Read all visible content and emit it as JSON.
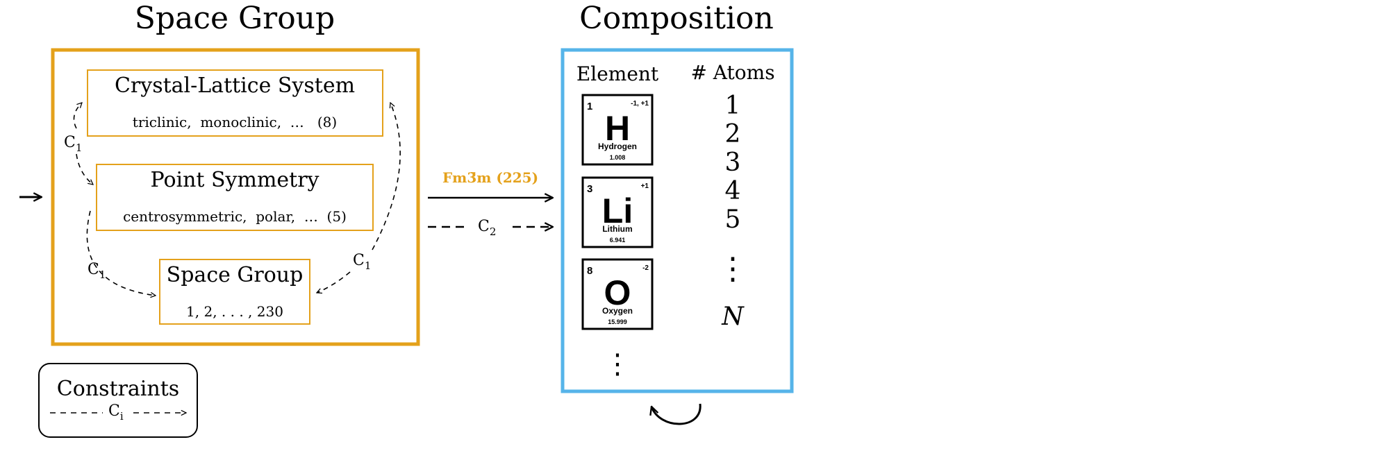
{
  "space_group": {
    "title": "Space Group",
    "crystal_lattice": {
      "title": "Crystal-Lattice System",
      "subtitle": "triclinic,  monoclinic,  …   (8)"
    },
    "point_symmetry": {
      "title": "Point Symmetry",
      "subtitle": "centrosymmetric,  polar,  …  (5)"
    },
    "space_group_box": {
      "title": "Space Group",
      "subtitle": "1, 2, . . . , 230"
    },
    "constraint_labels": [
      "C",
      "C",
      "C"
    ],
    "constraint_subscript": "1"
  },
  "transition": {
    "label": "Fm3̄m (225)",
    "dashed_label": "C",
    "dashed_subscript": "2"
  },
  "composition": {
    "title": "Composition",
    "element_header": "Element",
    "atoms_header": "# Atoms",
    "elements": [
      {
        "number": "1",
        "oxidation": "-1, +1",
        "symbol": "H",
        "name": "Hydrogen",
        "mass": "1.008"
      },
      {
        "number": "3",
        "oxidation": "+1",
        "symbol": "Li",
        "name": "Lithium",
        "mass": "6.941"
      },
      {
        "number": "8",
        "oxidation": "-2",
        "symbol": "O",
        "name": "Oxygen",
        "mass": "15.999"
      }
    ],
    "element_ellipsis": "⋮",
    "atom_counts": [
      "1",
      "2",
      "3",
      "4",
      "5"
    ],
    "atom_ellipsis": "⋮",
    "atom_last": "N"
  },
  "constraints": {
    "title": "Constraints",
    "label": "C",
    "subscript": "i"
  },
  "colors": {
    "space_group_border": "#E4A11B",
    "label_accent": "#E4A11B",
    "composition_border": "#56B4E9",
    "ink": "#000000"
  },
  "icons": {
    "input_arrow": "arrow-right-icon",
    "loop_arrow": "loop-arrow-icon"
  }
}
